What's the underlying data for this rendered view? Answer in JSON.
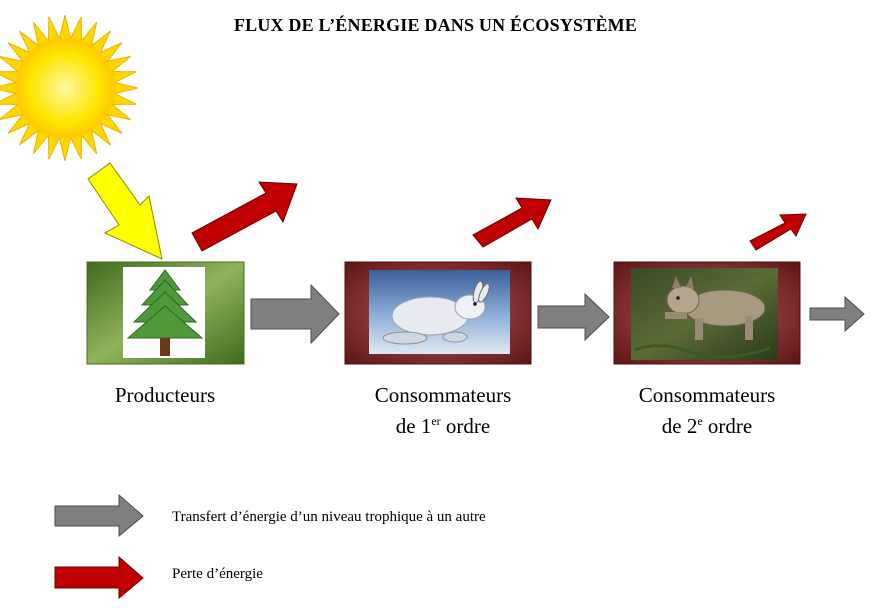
{
  "title": "FLUX DE L’ÉNERGIE DANS UN ÉCOSYSTÈME",
  "levels": {
    "producers": {
      "label": "Producteurs"
    },
    "consumers1": {
      "line1": "Consommateurs",
      "prefix": "de 1",
      "sup": "er",
      "suffix": " ordre"
    },
    "consumers2": {
      "line1": "Consommateurs",
      "prefix": "de 2",
      "sup": "e",
      "suffix": " ordre"
    }
  },
  "legend": {
    "transfer": "Transfert d’énergie d’un niveau trophique à un autre",
    "loss": "Perte d’énergie"
  },
  "colors": {
    "transfer_arrow": "#7f7f7f",
    "loss_arrow": "#c00000",
    "sun": "#ffd700",
    "sun_arrow": "#ffff00",
    "producer_box": "#5a7f2a",
    "consumer_box": "#7a2525"
  },
  "icons": {
    "sun": "sun-icon",
    "tree": "tree-icon",
    "hare": "hare-image",
    "lynx": "lynx-image"
  }
}
